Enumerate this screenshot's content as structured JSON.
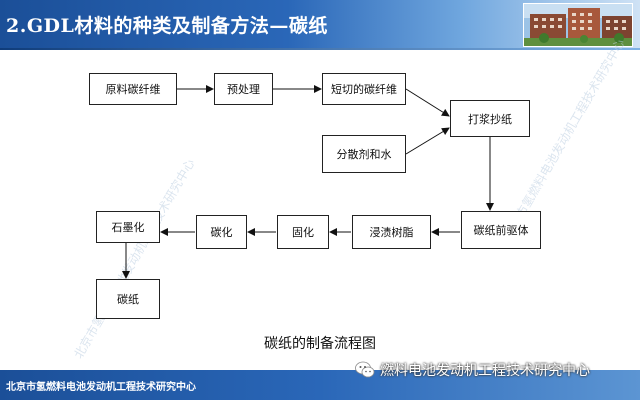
{
  "header": {
    "title": "2.GDL材料的种类及制备方法—碳纸"
  },
  "diagram": {
    "nodes": {
      "raw_fiber": "原料碳纤维",
      "pretreatment": "预处理",
      "chopped_fiber": "短切的碳纤维",
      "dispersant_water": "分散剂和水",
      "slurry_papermaking": "打浆抄纸",
      "precursor": "碳纸前驱体",
      "resin_impregnation": "浸渍树脂",
      "curing": "固化",
      "carbonization": "碳化",
      "graphitization": "石墨化",
      "carbon_paper": "碳纸"
    }
  },
  "caption": "碳纸的制备流程图",
  "footer": {
    "left_text": "北京市氢燃料电池发动机工程技术研究中心",
    "right_text": "燃料电池发动机工程技术研究中心"
  },
  "watermark": {
    "text": "北京市氢燃料电池发动机工程技术研究中心"
  },
  "colors": {
    "header_blue": "#1b4f98",
    "footer_blue": "#2a67b8",
    "box_border": "#222222"
  }
}
